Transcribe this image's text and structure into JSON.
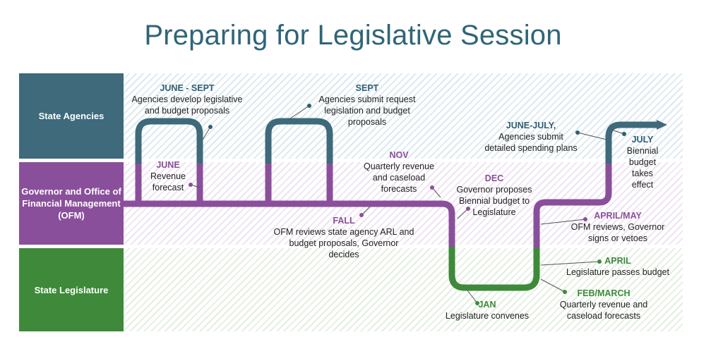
{
  "title": "Preparing for Legislative Session",
  "bands": {
    "agencies": "State Agencies",
    "governor": "Governor and Office of Financial Management (OFM)",
    "legislature": "State Legislature"
  },
  "colors": {
    "agencies": "#3e6a7b",
    "governor": "#8a4f9a",
    "legislature": "#3e8a3a",
    "title": "#2f6577"
  },
  "annotations": {
    "june_sept": {
      "heading": "JUNE - SEPT",
      "text": "Agencies develop legislative and budget proposals"
    },
    "sept": {
      "heading": "SEPT",
      "text": "Agencies submit request legislation and budget proposals"
    },
    "june": {
      "heading": "JUNE",
      "text": "Revenue forecast"
    },
    "nov": {
      "heading": "NOV",
      "text": "Quarterly revenue and caseload forecasts"
    },
    "dec": {
      "heading": "DEC",
      "text": "Governor proposes Biennial budget to Legislature"
    },
    "fall": {
      "heading": "FALL",
      "text": "OFM reviews state agency ARL and budget proposals, Governor decides"
    },
    "june_july": {
      "heading": "JUNE-JULY,",
      "text": "Agencies submit detailed spending plans"
    },
    "july": {
      "heading": "JULY",
      "text": "Biennial budget takes effect"
    },
    "april_may": {
      "heading": "APRIL/MAY",
      "text": "OFM reviews, Governor signs or vetoes"
    },
    "april": {
      "heading": "APRIL",
      "text": "Legislature passes budget"
    },
    "feb_march": {
      "heading": "FEB/MARCH",
      "text": "Quarterly revenue and caseload forecasts"
    },
    "jan": {
      "heading": "JAN",
      "text": "Legislature convenes"
    }
  }
}
